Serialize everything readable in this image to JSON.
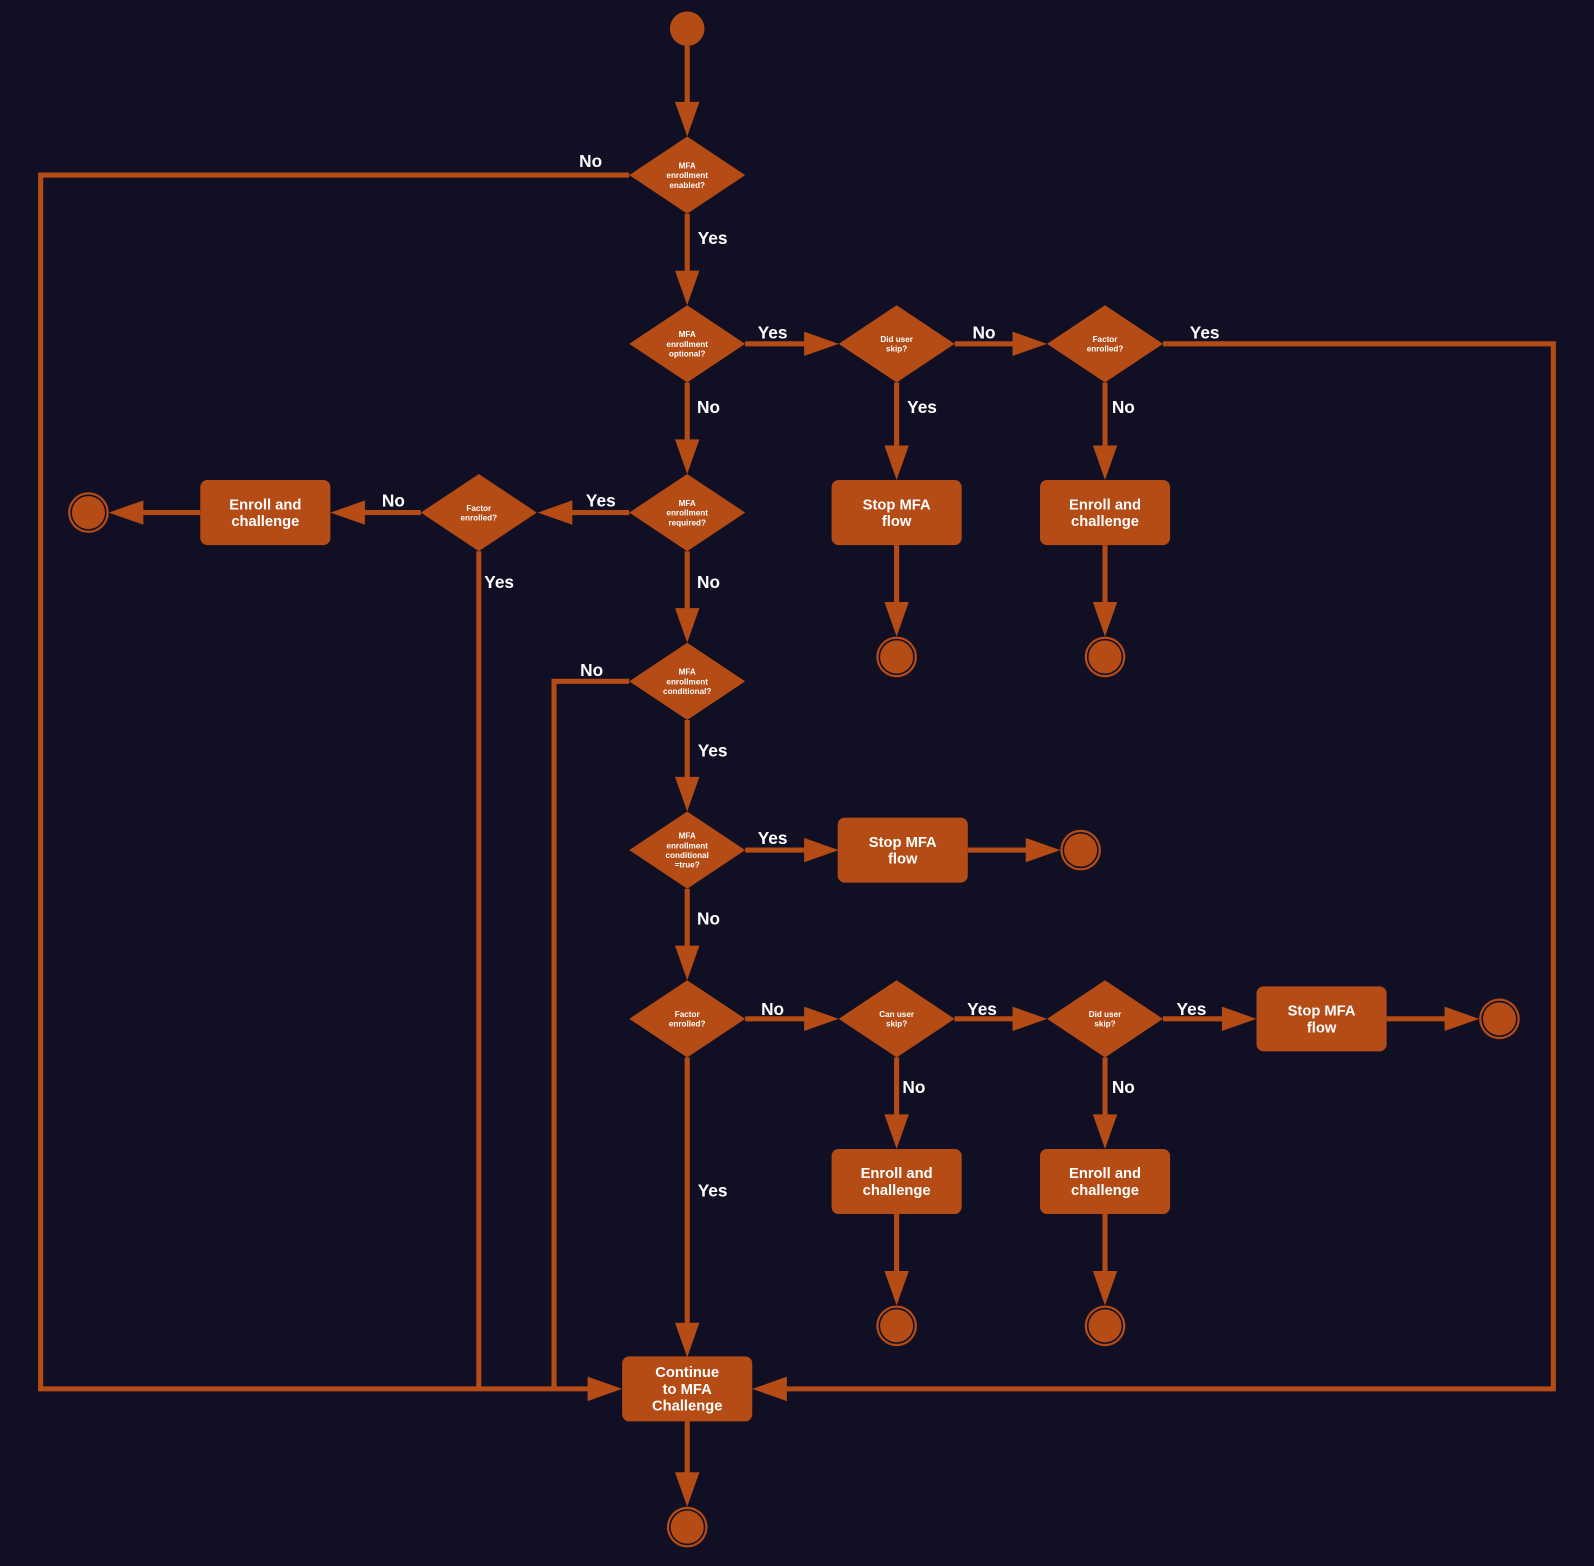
{
  "colors": {
    "background": "#100f23",
    "accent": "#b54b15",
    "text": "#ffffff"
  },
  "nodes": {
    "d1": {
      "type": "decision",
      "lines": [
        "MFA",
        "enrollment",
        "enabled?"
      ]
    },
    "d2": {
      "type": "decision",
      "lines": [
        "MFA",
        "enrollment",
        "optional?"
      ]
    },
    "d3": {
      "type": "decision",
      "lines": [
        "Did user",
        "skip?"
      ]
    },
    "d4": {
      "type": "decision",
      "lines": [
        "Factor",
        "enrolled?"
      ]
    },
    "d5": {
      "type": "decision",
      "lines": [
        "MFA",
        "enrollment",
        "required?"
      ]
    },
    "d6": {
      "type": "decision",
      "lines": [
        "Factor",
        "enrolled?"
      ]
    },
    "d7": {
      "type": "decision",
      "lines": [
        "MFA",
        "enrollment",
        "conditional?"
      ]
    },
    "d8": {
      "type": "decision",
      "lines": [
        "MFA",
        "enrollment",
        "conditional",
        "=true?"
      ]
    },
    "d9": {
      "type": "decision",
      "lines": [
        "Factor",
        "enrolled?"
      ]
    },
    "d10": {
      "type": "decision",
      "lines": [
        "Can user",
        "skip?"
      ]
    },
    "d11": {
      "type": "decision",
      "lines": [
        "Did user",
        "skip?"
      ]
    },
    "r1": {
      "type": "action",
      "lines": [
        "Enroll and",
        "challenge"
      ]
    },
    "r2": {
      "type": "action",
      "lines": [
        "Stop MFA",
        "flow"
      ]
    },
    "r3": {
      "type": "action",
      "lines": [
        "Enroll and",
        "challenge"
      ]
    },
    "r4": {
      "type": "action",
      "lines": [
        "Stop MFA",
        "flow"
      ]
    },
    "r5": {
      "type": "action",
      "lines": [
        "Stop MFA",
        "flow"
      ]
    },
    "r6": {
      "type": "action",
      "lines": [
        "Enroll and",
        "challenge"
      ]
    },
    "r7": {
      "type": "action",
      "lines": [
        "Enroll and",
        "challenge"
      ]
    },
    "r8": {
      "type": "action",
      "lines": [
        "Continue",
        "to MFA",
        "Challenge"
      ]
    }
  },
  "edge_labels": {
    "d1_no": "No",
    "d1_yes": "Yes",
    "d2_yes": "Yes",
    "d2_no": "No",
    "d3_no": "No",
    "d3_yes": "Yes",
    "d4_yes": "Yes",
    "d4_no": "No",
    "d5_yes": "Yes",
    "d5_no": "No",
    "d6_no": "No",
    "d6_yes": "Yes",
    "d7_no": "No",
    "d7_yes": "Yes",
    "d8_yes": "Yes",
    "d8_no": "No",
    "d9_no": "No",
    "d9_yes": "Yes",
    "d10_yes": "Yes",
    "d10_no": "No",
    "d11_yes": "Yes",
    "d11_no": "No"
  }
}
